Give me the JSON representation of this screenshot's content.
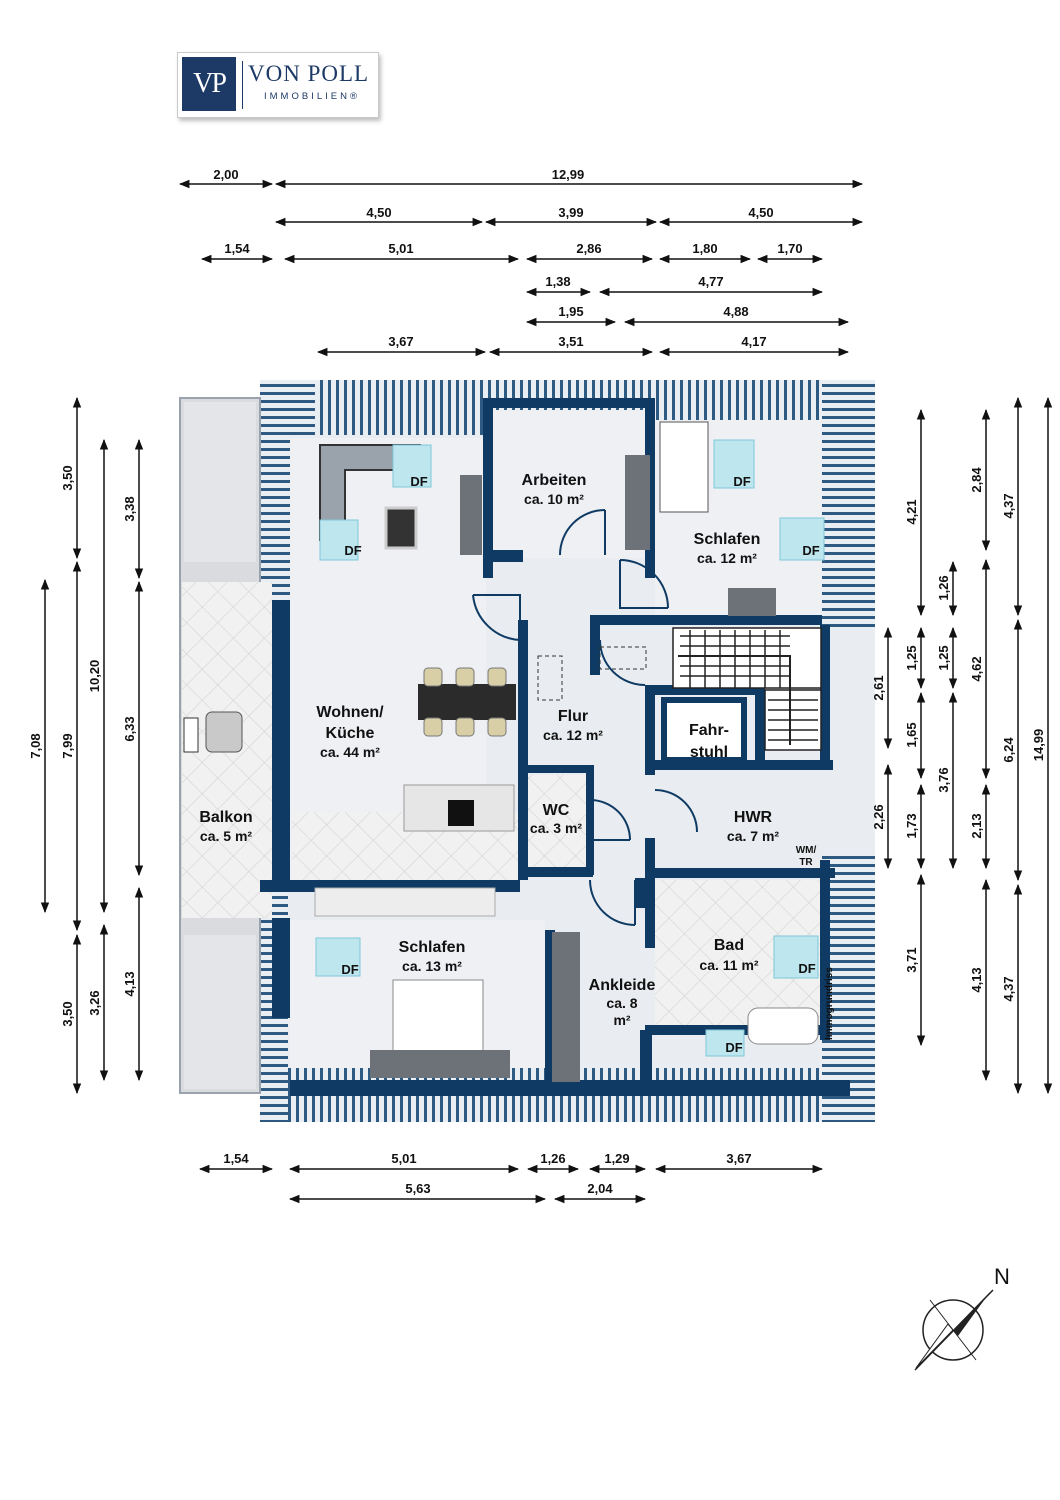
{
  "logo": {
    "mark": "VP",
    "name": "VON POLL",
    "subtitle": "IMMOBILIEN®"
  },
  "rooms": {
    "wohnen": {
      "name_line1": "Wohnen/",
      "name_line2": "Küche",
      "area": "ca. 44 m²"
    },
    "arbeiten": {
      "name": "Arbeiten",
      "area": "ca. 10 m²"
    },
    "schlafen_top": {
      "name": "Schlafen",
      "area": "ca. 12 m²"
    },
    "flur": {
      "name": "Flur",
      "area": "ca. 12 m²"
    },
    "fahrstuhl": {
      "line1": "Fahr-",
      "line2": "stuhl"
    },
    "balkon": {
      "name": "Balkon",
      "area": "ca. 5 m²"
    },
    "wc": {
      "name": "WC",
      "area": "ca. 3 m²"
    },
    "hwr": {
      "name": "HWR",
      "area": "ca. 7 m²"
    },
    "schlafen_bottom": {
      "name": "Schlafen",
      "area": "ca. 13 m²"
    },
    "ankleide": {
      "name": "Ankleide",
      "area_line1": "ca. 8",
      "area_line2": "m²"
    },
    "bad": {
      "name": "Bad",
      "area": "ca. 11 m²"
    }
  },
  "labels": {
    "df": "DF",
    "wm_line1": "WM/",
    "wm_line2": "TR",
    "watermark": "Immogrundriss",
    "north": "N"
  },
  "dimensions": {
    "top_row1": [
      "2,00",
      "12,99"
    ],
    "top_row2": [
      "4,50",
      "3,99",
      "4,50"
    ],
    "top_row3": [
      "1,54",
      "5,01",
      "2,86",
      "1,80",
      "1,70"
    ],
    "top_row4": [
      "1,38",
      "4,77"
    ],
    "top_row5": [
      "1,95",
      "4,88"
    ],
    "top_row6": [
      "3,67",
      "3,51",
      "4,17"
    ],
    "bottom_row1": [
      "1,54",
      "5,01",
      "1,26",
      "1,29",
      "3,67"
    ],
    "bottom_row2": [
      "5,63",
      "2,04"
    ],
    "left_col1": [
      "7,08"
    ],
    "left_col2": [
      "3,50",
      "7,99",
      "3,50"
    ],
    "left_col3": [
      "10,20",
      "3,26"
    ],
    "left_col4": [
      "3,38",
      "6,33",
      "4,13"
    ],
    "right_col1": [
      "2,61",
      "2,26"
    ],
    "right_col2": [
      "4,21",
      "1,25",
      "1,65",
      "1,73",
      "3,71"
    ],
    "right_col3": [
      "1,26",
      "1,25",
      "3,76"
    ],
    "right_col4": [
      "2,84",
      "4,62",
      "2,13",
      "4,13"
    ],
    "right_col5": [
      "4,37",
      "6,24",
      "4,37"
    ],
    "right_col6": [
      "14,99"
    ]
  }
}
